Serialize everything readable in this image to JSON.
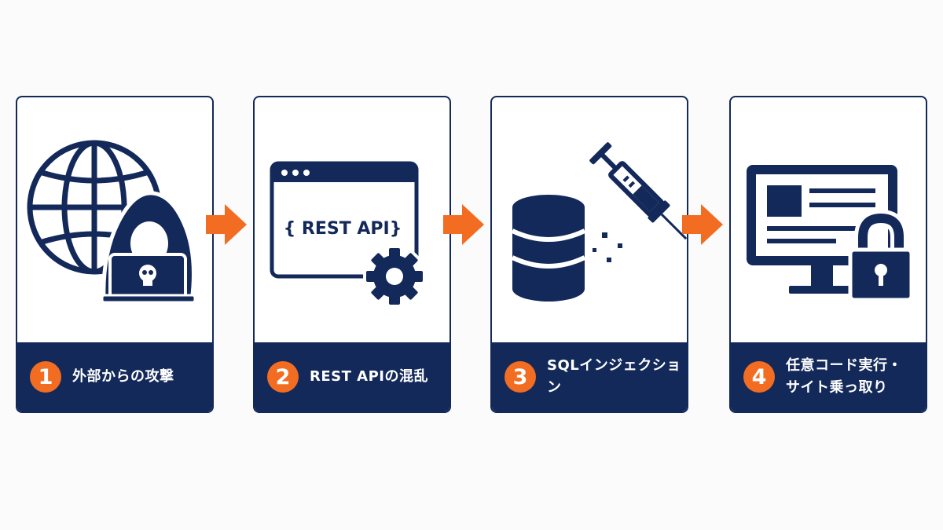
{
  "colors": {
    "navy": "#13295a",
    "orange": "#f26d21",
    "background": "#fbfbfc"
  },
  "steps": [
    {
      "number": "1",
      "label": "外部からの攻撃",
      "icon": "hacker-globe-icon"
    },
    {
      "number": "2",
      "label": "REST APIの混乱",
      "icon": "rest-api-window-icon",
      "window_text": "{ REST API}"
    },
    {
      "number": "3",
      "label": "SQLインジェクション",
      "icon": "database-syringe-icon"
    },
    {
      "number": "4",
      "label_lines": [
        "任意コード実行・",
        "サイト乗っ取り"
      ],
      "icon": "monitor-lock-icon"
    }
  ]
}
